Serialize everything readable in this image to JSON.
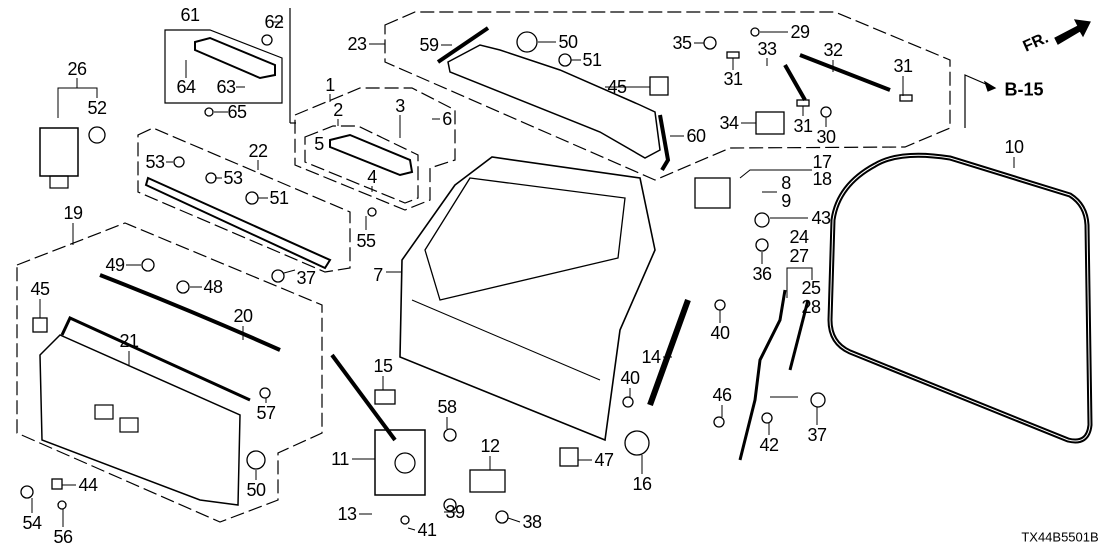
{
  "diagram_code": "TX44B5501B",
  "reference": "B-15",
  "direction_marker": "FR.",
  "callouts": [
    "61",
    "62",
    "64",
    "63",
    "65",
    "26",
    "52",
    "1",
    "2",
    "3",
    "6",
    "5",
    "4",
    "22",
    "53",
    "53",
    "51",
    "55",
    "37",
    "19",
    "49",
    "48",
    "45",
    "20",
    "21",
    "57",
    "50",
    "44",
    "54",
    "56",
    "7",
    "15",
    "58",
    "11",
    "13",
    "39",
    "41",
    "12",
    "38",
    "47",
    "16",
    "14",
    "40",
    "40",
    "46",
    "42",
    "37",
    "23",
    "59",
    "50",
    "51",
    "45",
    "60",
    "35",
    "29",
    "33",
    "32",
    "31",
    "31",
    "31",
    "34",
    "30",
    "17",
    "18",
    "8",
    "9",
    "43",
    "24",
    "27",
    "36",
    "25",
    "28",
    "10"
  ]
}
